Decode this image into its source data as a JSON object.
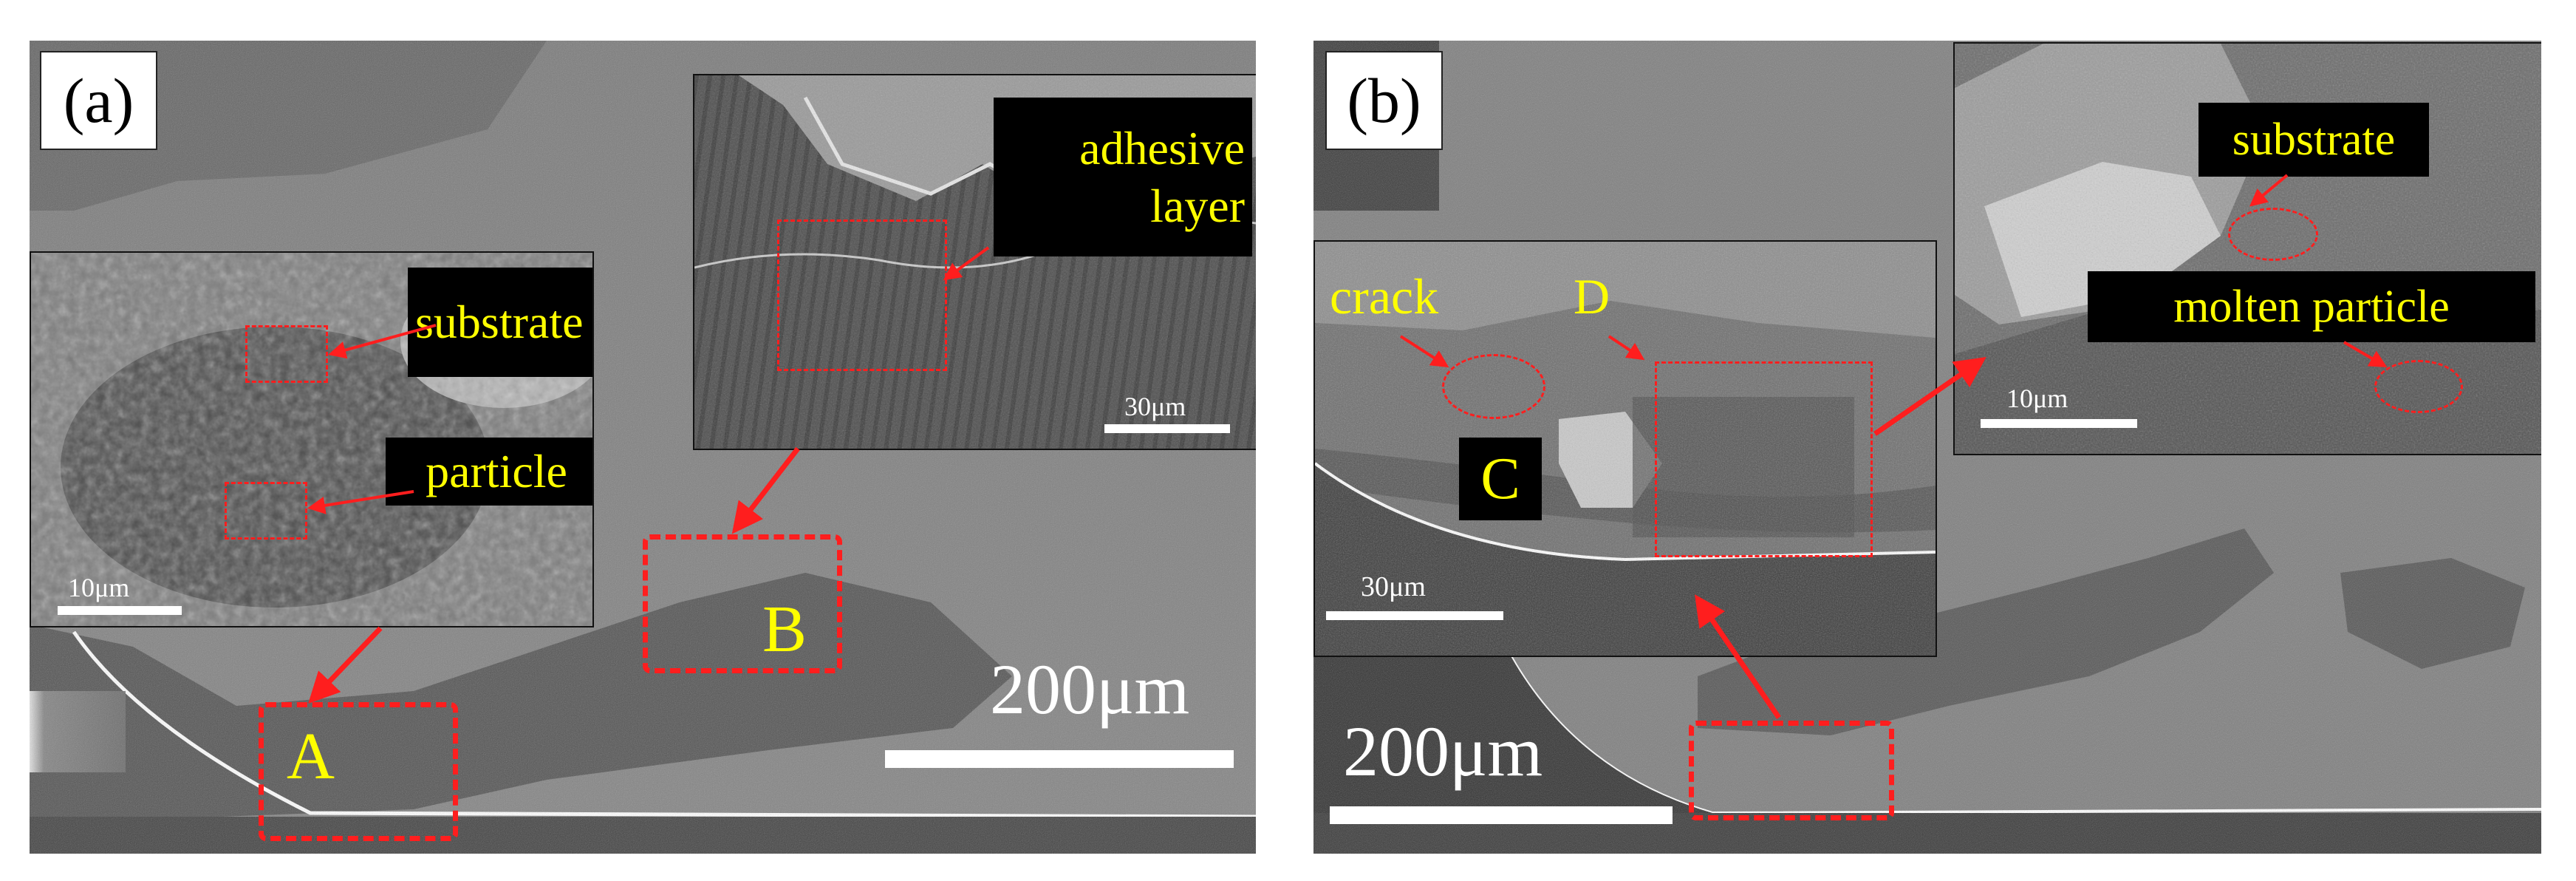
{
  "panel_a": {
    "label": "(a)",
    "scale_main": "200μm",
    "inset_left": {
      "scale": "10μm",
      "label_substrate": "substrate",
      "label_particle": "particle"
    },
    "inset_right": {
      "scale": "30μm",
      "label_adhesive_line1": "adhesive",
      "label_adhesive_line2": "layer"
    },
    "region_a": "A",
    "region_b": "B"
  },
  "panel_b": {
    "label": "(b)",
    "scale_main": "200μm",
    "inset_left": {
      "scale": "30μm",
      "label_crack": "crack",
      "label_c": "C",
      "label_d": "D"
    },
    "inset_right": {
      "scale": "10μm",
      "label_substrate": "substrate",
      "label_molten": "molten particle"
    }
  },
  "colors": {
    "annotation": "#ff1e1e",
    "label_text": "#ffff00"
  }
}
